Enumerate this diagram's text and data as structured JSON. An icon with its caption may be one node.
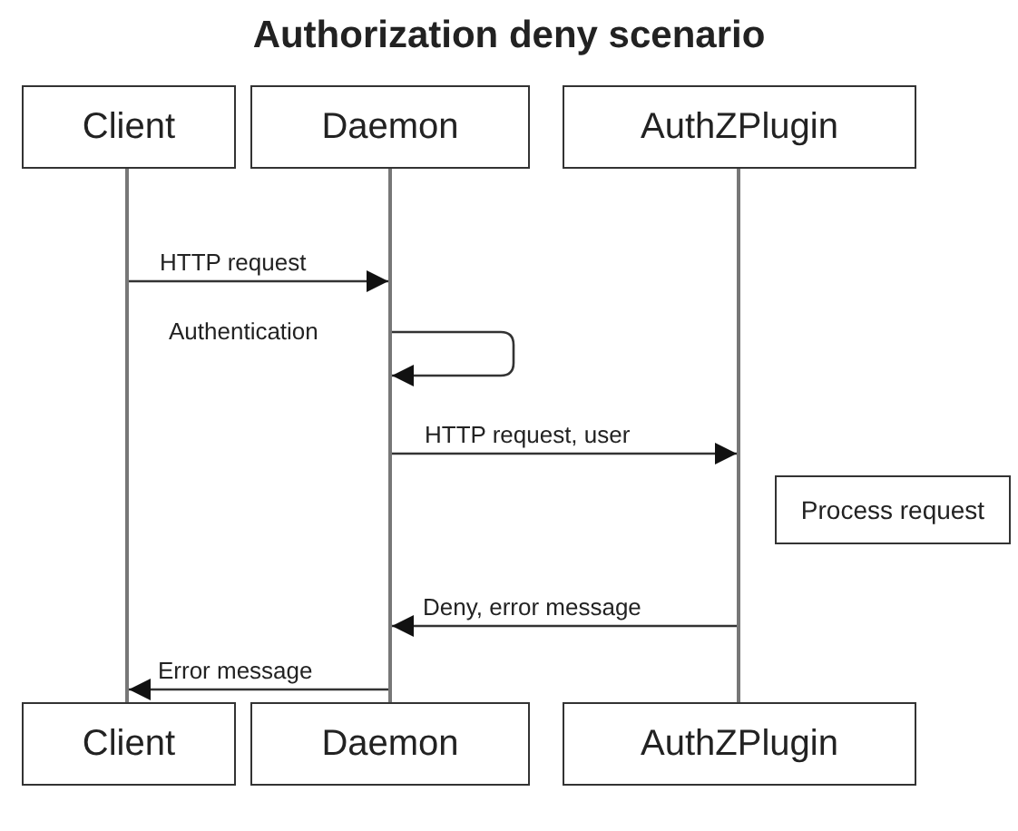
{
  "diagram": {
    "title": "Authorization deny scenario",
    "nodes": [
      {
        "text": [
          "Client"
        ]
      },
      {
        "text": [
          "Daemon"
        ]
      },
      {
        "text": [
          "AuthZPlugin"
        ]
      },
      {
        "text": [],
        "shape": "bar"
      },
      {
        "text": [],
        "shape": "bar"
      },
      {
        "text": [],
        "shape": "bar"
      },
      {
        "text": [
          "Process request"
        ]
      },
      {
        "text": [
          "Client"
        ]
      },
      {
        "text": [
          "Daemon"
        ]
      },
      {
        "text": [
          "AuthZPlugin"
        ]
      }
    ],
    "edges": [
      {
        "from": 3,
        "to": 4,
        "arrow": "to",
        "label": "HTTP request"
      },
      {
        "from": 4,
        "to": 4,
        "arrow": "to",
        "label": "Authentication"
      },
      {
        "from": 4,
        "to": 5,
        "arrow": "to",
        "label": "HTTP request, user"
      },
      {
        "from": 5,
        "to": 4,
        "arrow": "to",
        "label": "Deny, error message"
      },
      {
        "from": 4,
        "to": 3,
        "arrow": "to",
        "label": "Error message"
      }
    ]
  }
}
